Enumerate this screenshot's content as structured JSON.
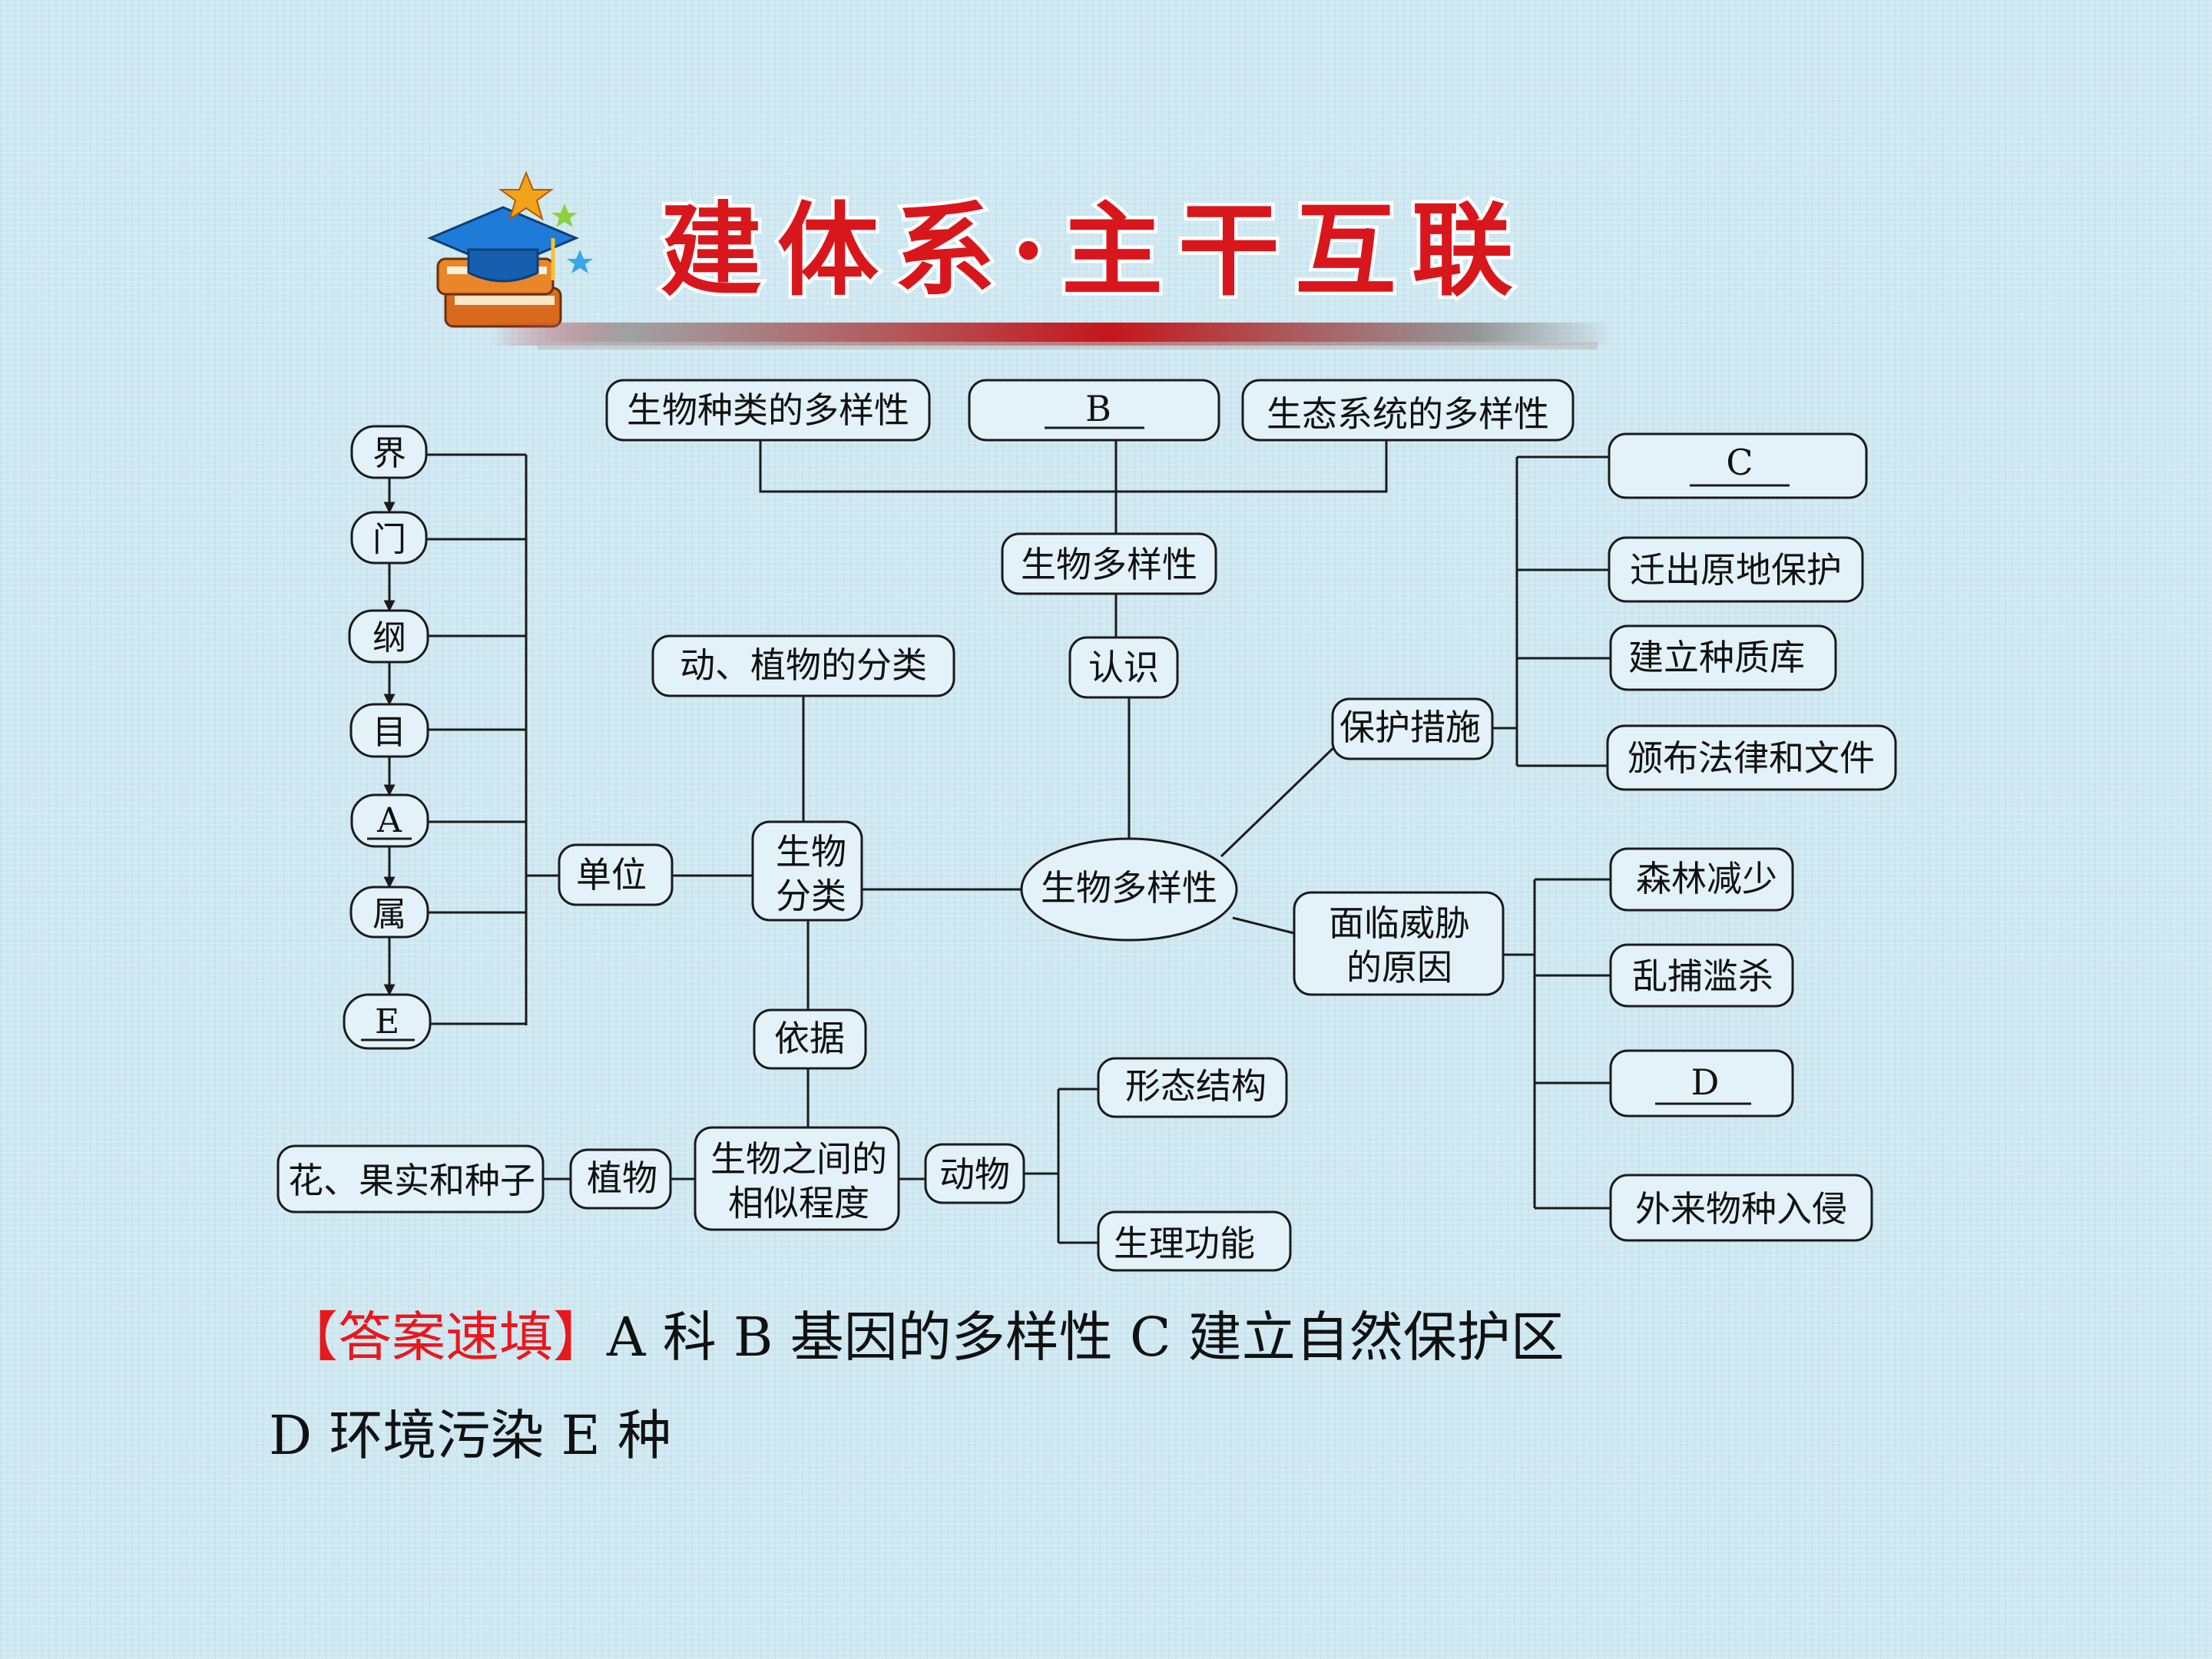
{
  "header": {
    "title": "建体系·主干互联",
    "icon": "graduation-cap-book-icon",
    "colors": {
      "title": "#d8171d",
      "underline": "#c4161c"
    }
  },
  "diagram": {
    "nodes": {
      "species_diversity": "生物种类的多样性",
      "blank_b": "B",
      "ecosystem_diversity": "生态系统的多样性",
      "biodiversity_top": "生物多样性",
      "recognize": "认识",
      "classification_topic": "动、植物的分类",
      "bio_classification": "生物\n分类",
      "biodiversity_center": "生物多样性",
      "unit": "单位",
      "basis": "依据",
      "similarity": "生物之间的\n相似程度",
      "plants": "植物",
      "flower_fruit_seed": "花、果实和种子",
      "animals": "动物",
      "morphology": "形态结构",
      "physiology": "生理功能",
      "protection": "保护措施",
      "blank_c": "C",
      "relocation": "迁出原地保护",
      "gene_bank": "建立种质库",
      "laws": "颁布法律和文件",
      "threats": "面临威胁\n的原因",
      "deforestation": "森林减少",
      "poaching": "乱捕滥杀",
      "blank_d": "D",
      "invasive": "外来物种入侵"
    },
    "ranks": [
      "界",
      "门",
      "纲",
      "目",
      "A",
      "属",
      "E"
    ]
  },
  "answers": {
    "heading": "【答案速填】",
    "line1": "A 科   B 基因的多样性   C 建立自然保护区",
    "line2": "D 环境污染   E 种",
    "colors": {
      "heading": "#e8181d",
      "text": "#111111"
    }
  }
}
